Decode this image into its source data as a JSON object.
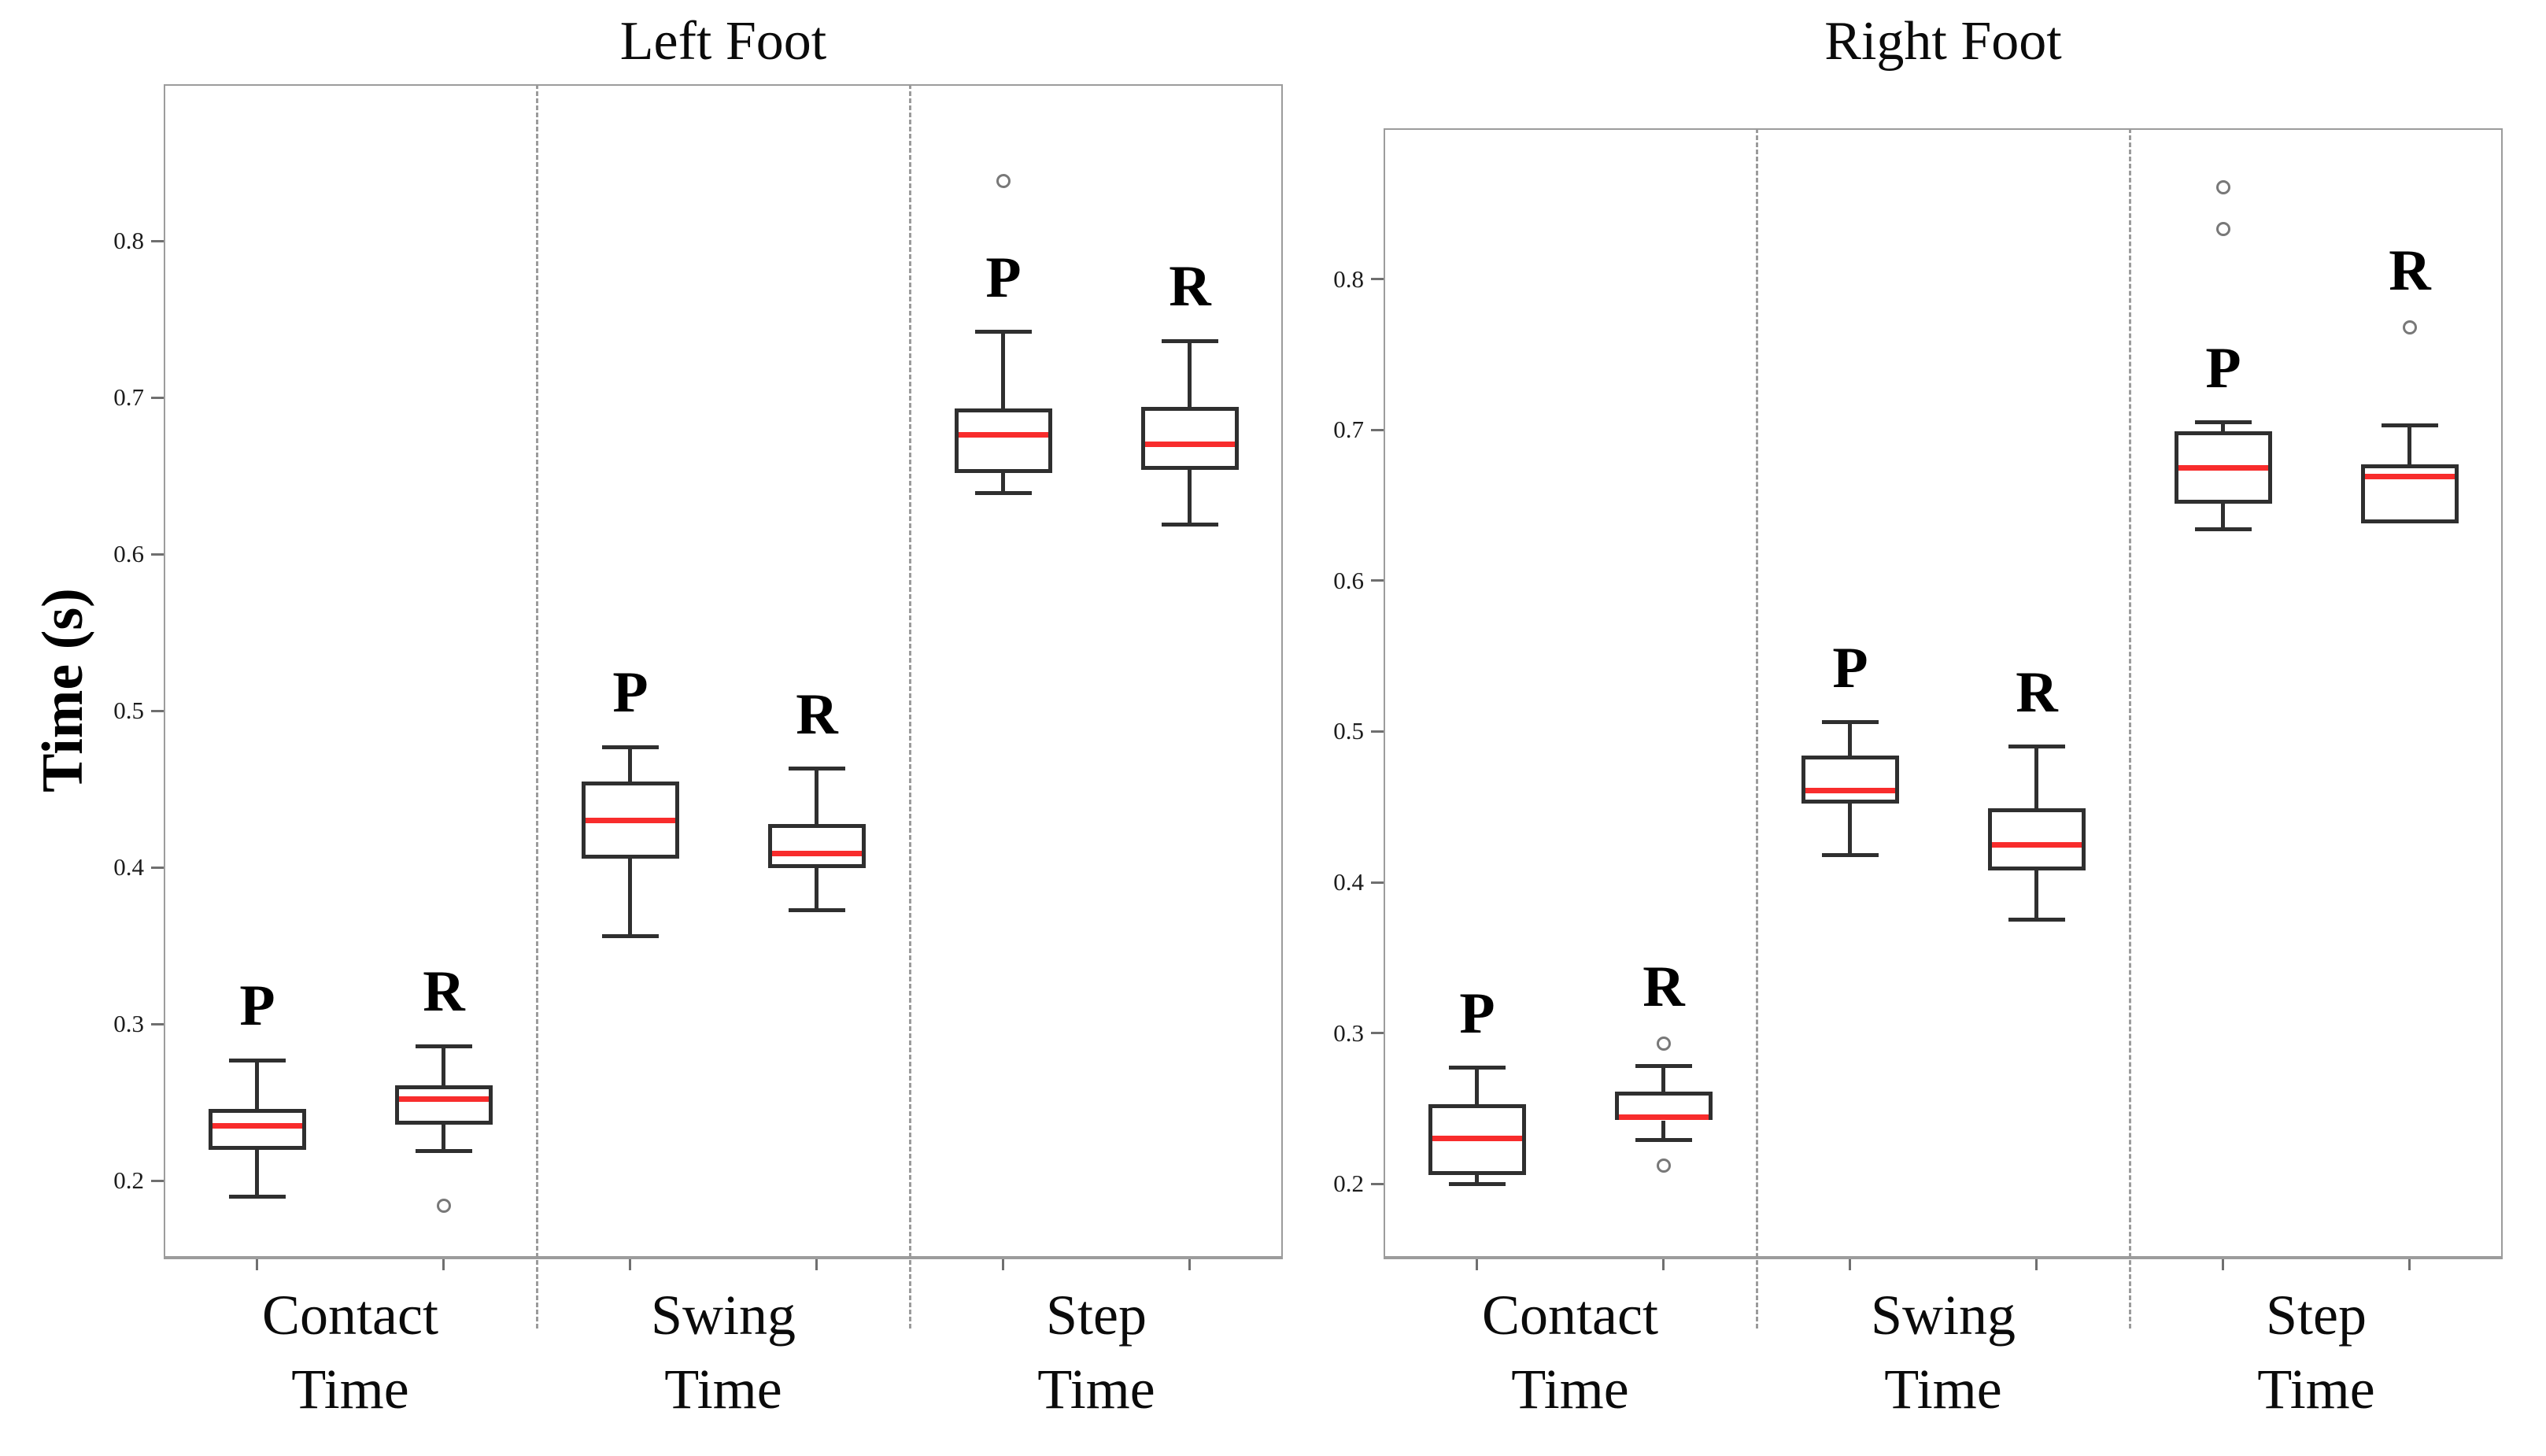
{
  "figure_title": "",
  "colors": {
    "median_line": "#f82c2c",
    "box_stroke": "#2f2f2f",
    "whisker_stroke": "#2f2f2f",
    "outlier_stroke": "#787878",
    "panel_border": "#9c9c9c",
    "divider_line": "#9b9b9b",
    "tick_color": "#6f6f6f",
    "text_color": "#0b0b0b"
  },
  "chart_data": {
    "type": "boxplot",
    "ylabel": "Time (s)",
    "ylim": [
      0.15,
      0.9
    ],
    "yticks": [
      0.2,
      0.3,
      0.4,
      0.5,
      0.6,
      0.7,
      0.8
    ],
    "grid": false,
    "legend": "none",
    "series_labels": [
      "P",
      "R"
    ],
    "panels": [
      {
        "title": "Left Foot",
        "categories": [
          "Contact Time",
          "Swing Time",
          "Step Time"
        ],
        "boxes": [
          {
            "category": "Contact Time",
            "series": "P",
            "whislo": 0.19,
            "q1": 0.22,
            "med": 0.235,
            "q3": 0.246,
            "whishi": 0.277,
            "outliers": []
          },
          {
            "category": "Contact Time",
            "series": "R",
            "whislo": 0.219,
            "q1": 0.236,
            "med": 0.252,
            "q3": 0.261,
            "whishi": 0.286,
            "outliers": [
              0.184
            ]
          },
          {
            "category": "Swing Time",
            "series": "P",
            "whislo": 0.356,
            "q1": 0.406,
            "med": 0.43,
            "q3": 0.455,
            "whishi": 0.477,
            "outliers": []
          },
          {
            "category": "Swing Time",
            "series": "R",
            "whislo": 0.373,
            "q1": 0.4,
            "med": 0.409,
            "q3": 0.428,
            "whishi": 0.463,
            "outliers": []
          },
          {
            "category": "Step Time",
            "series": "P",
            "whislo": 0.639,
            "q1": 0.652,
            "med": 0.676,
            "q3": 0.693,
            "whishi": 0.742,
            "outliers": [
              0.838
            ]
          },
          {
            "category": "Step Time",
            "series": "R",
            "whislo": 0.619,
            "q1": 0.654,
            "med": 0.67,
            "q3": 0.694,
            "whishi": 0.736,
            "outliers": []
          }
        ]
      },
      {
        "title": "Right Foot",
        "categories": [
          "Contact Time",
          "Swing Time",
          "Step Time"
        ],
        "boxes": [
          {
            "category": "Contact Time",
            "series": "P",
            "whislo": 0.2,
            "q1": 0.206,
            "med": 0.23,
            "q3": 0.253,
            "whishi": 0.277,
            "outliers": []
          },
          {
            "category": "Contact Time",
            "series": "R",
            "whislo": 0.229,
            "q1": 0.242,
            "med": 0.244,
            "q3": 0.261,
            "whishi": 0.278,
            "outliers": [
              0.293,
              0.212
            ]
          },
          {
            "category": "Swing Time",
            "series": "P",
            "whislo": 0.418,
            "q1": 0.452,
            "med": 0.461,
            "q3": 0.484,
            "whishi": 0.506,
            "outliers": []
          },
          {
            "category": "Swing Time",
            "series": "R",
            "whislo": 0.375,
            "q1": 0.408,
            "med": 0.425,
            "q3": 0.449,
            "whishi": 0.49,
            "outliers": []
          },
          {
            "category": "Step Time",
            "series": "P",
            "whislo": 0.634,
            "q1": 0.651,
            "med": 0.675,
            "q3": 0.699,
            "whishi": 0.705,
            "outliers": [
              0.861,
              0.833
            ]
          },
          {
            "category": "Step Time",
            "series": "R",
            "whislo": 0.638,
            "q1": 0.638,
            "med": 0.669,
            "q3": 0.677,
            "whishi": 0.703,
            "outliers": [
              0.768
            ]
          }
        ]
      }
    ]
  }
}
